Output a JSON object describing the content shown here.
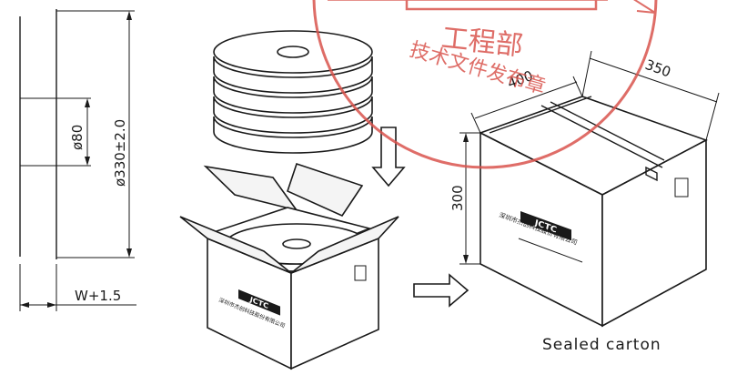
{
  "reel_drawing": {
    "core_diameter_label": "ø80",
    "outer_diameter_label": "ø330±2.0",
    "width_label": "W+1.5"
  },
  "carton_dimensions": {
    "length": "400",
    "width": "350",
    "height": "300"
  },
  "carton_brand": {
    "logo_text": "JCTC",
    "company_name": "深圳市杰创科技股份有限公司"
  },
  "caption": "Sealed carton",
  "stamp": {
    "line1": "工程部",
    "line2": "技术文件发布章"
  },
  "colors": {
    "line": "#1a1a1a",
    "stamp": "#d9544d"
  }
}
